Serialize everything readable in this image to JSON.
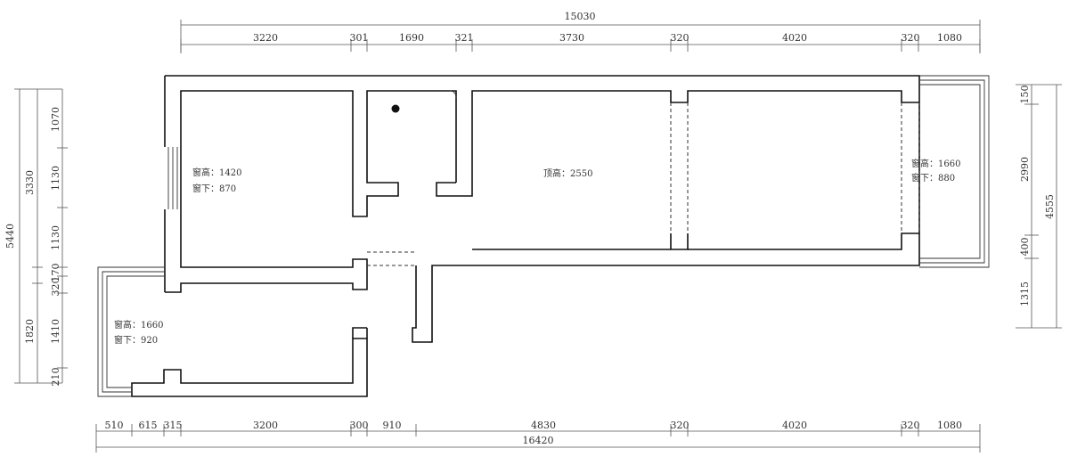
{
  "top_dims": {
    "total": "15030",
    "segments": [
      "3220",
      "301",
      "1690",
      "321",
      "3730",
      "320",
      "4020",
      "320",
      "1080"
    ]
  },
  "bottom_dims": {
    "total": "16420",
    "segments": [
      "510",
      "615",
      "315",
      "3200",
      "300",
      "910",
      "4830",
      "320",
      "4020",
      "320",
      "1080"
    ]
  },
  "left_dims": {
    "overall": "5440",
    "upper": "3330",
    "lower": "1820",
    "inner": [
      "1070",
      "1130",
      "1130",
      "170",
      "320",
      "1410",
      "210"
    ]
  },
  "right_dims": {
    "overall": "4555",
    "inner": [
      "150",
      "2990",
      "400",
      "1315"
    ]
  },
  "rooms": [
    {
      "line1": "窗高：1420",
      "line2": "窗下：870"
    },
    {
      "line1": "顶高：2550"
    },
    {
      "line1": "窗高：1660",
      "line2": "窗下：880"
    },
    {
      "line1": "窗高：1660",
      "line2": "窗下：920"
    }
  ]
}
